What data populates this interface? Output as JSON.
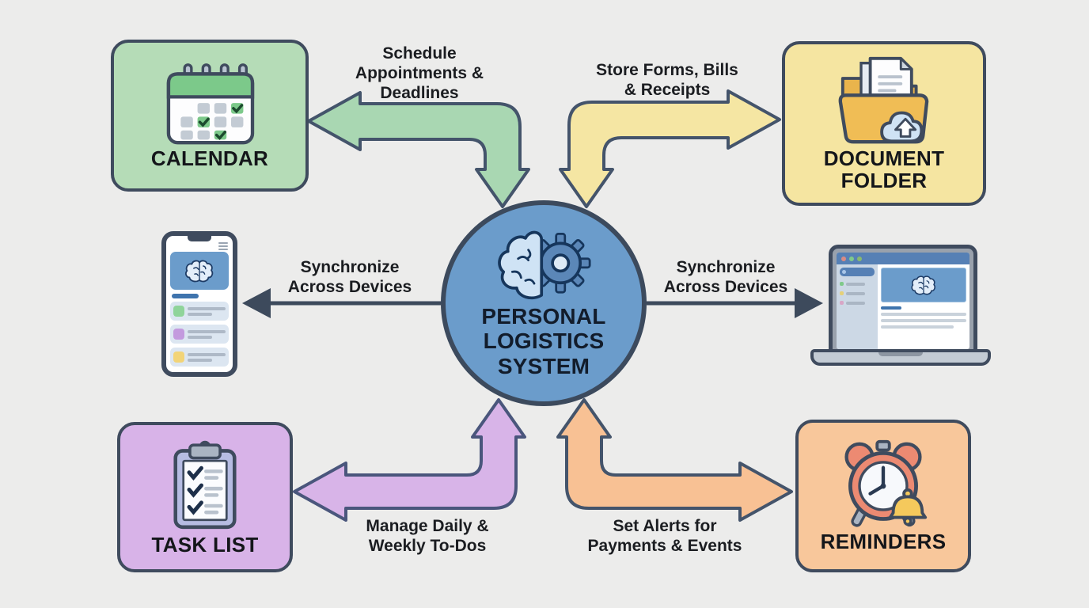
{
  "background_color": "#ececeb",
  "outline_color": "#3f4b5e",
  "center": {
    "label": "PERSONAL LOGISTICS SYSTEM",
    "lines": [
      "PERSONAL",
      "LOGISTICS",
      "SYSTEM"
    ],
    "fill_color": "#6b9ccb",
    "icon": "brain-gear-icon"
  },
  "nodes": {
    "calendar": {
      "label": "CALENDAR",
      "fill_color": "#b5dcb7",
      "icon": "calendar-checks-icon"
    },
    "document_folder": {
      "label": "DOCUMENT FOLDER",
      "lines": [
        "DOCUMENT",
        "FOLDER"
      ],
      "fill_color": "#f5e5a1",
      "icon": "folder-cloud-upload-icon"
    },
    "task_list": {
      "label": "TASK LIST",
      "fill_color": "#d8b3e8",
      "icon": "clipboard-checklist-icon"
    },
    "reminders": {
      "label": "REMINDERS",
      "fill_color": "#f8c79b",
      "icon": "alarm-clock-bell-icon"
    }
  },
  "devices": {
    "phone": {
      "icon": "smartphone-icon"
    },
    "laptop": {
      "icon": "laptop-icon"
    }
  },
  "connections": {
    "calendar": {
      "label": "Schedule Appointments & Deadlines",
      "lines": [
        "Schedule",
        "Appointments &",
        "Deadlines"
      ],
      "arrow_color": "#a9d7b2",
      "style": "double-headed elbow between center and calendar"
    },
    "document_folder": {
      "label": "Store Forms, Bills & Receipts",
      "lines": [
        "Store Forms, Bills",
        "& Receipts"
      ],
      "arrow_color": "#f5e6a3",
      "style": "double-headed elbow between center and document folder"
    },
    "task_list": {
      "label": "Manage Daily & Weekly To-Dos",
      "lines": [
        "Manage Daily &",
        "Weekly To-Dos"
      ],
      "arrow_color": "#d8b4e8",
      "style": "double-headed elbow between center and task list"
    },
    "reminders": {
      "label": "Set Alerts for Payments & Events",
      "lines": [
        "Set Alerts for",
        "Payments & Events"
      ],
      "arrow_color": "#f8c194",
      "style": "double-headed elbow between center and reminders"
    },
    "sync_phone": {
      "label": "Synchronize Across Devices",
      "lines": [
        "Synchronize",
        "Across Devices"
      ],
      "arrow_color": "#3d4a5c",
      "style": "thin line arrow from center to phone"
    },
    "sync_laptop": {
      "label": "Synchronize Across Devices",
      "lines": [
        "Synchronize",
        "Across Devices"
      ],
      "arrow_color": "#3d4a5c",
      "style": "thin line arrow from center to laptop"
    }
  }
}
